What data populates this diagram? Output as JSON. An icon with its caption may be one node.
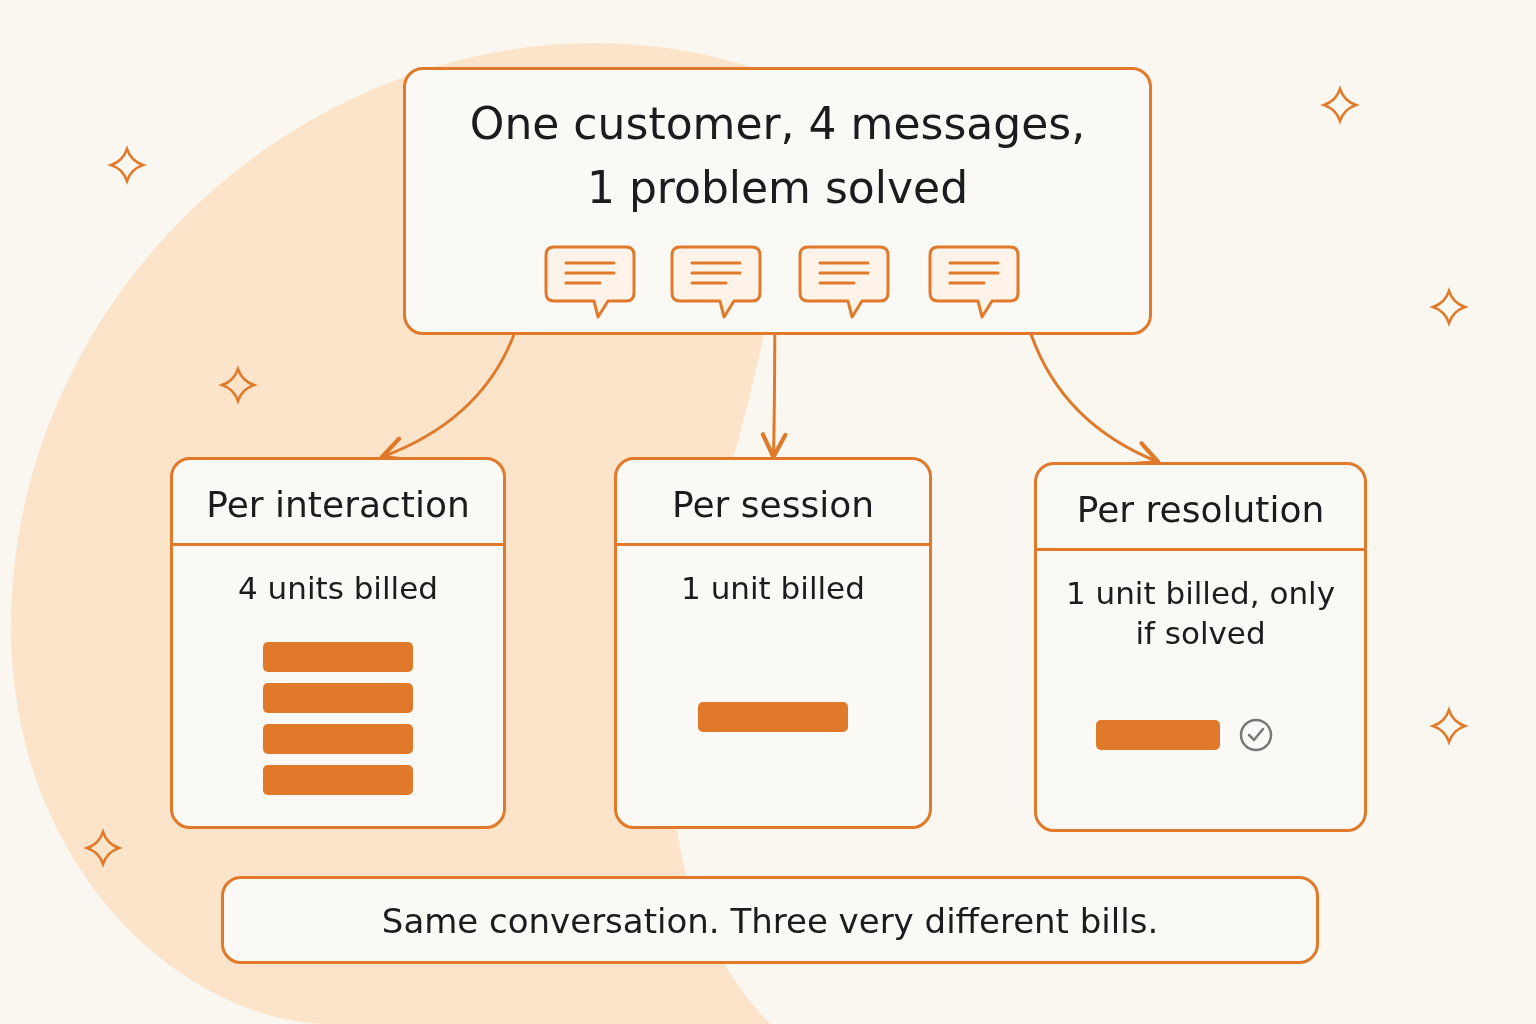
{
  "diagram": {
    "nodes": [
      {
        "text": [
          "One customer, 4 messages, 1 problem solved"
        ]
      },
      {
        "text": [
          "Per interaction",
          "4 units billed"
        ]
      },
      {
        "text": [
          "Per session",
          "1 unit billed"
        ]
      },
      {
        "text": [
          "Per resolution",
          "1 unit billed, only if solved"
        ]
      },
      {
        "text": [
          "Same conversation. Three very different bills."
        ]
      }
    ],
    "edges": [
      {
        "from": 0,
        "to": 1,
        "arrow": "to"
      },
      {
        "from": 0,
        "to": 2,
        "arrow": "to"
      },
      {
        "from": 0,
        "to": 3,
        "arrow": "to"
      }
    ]
  }
}
